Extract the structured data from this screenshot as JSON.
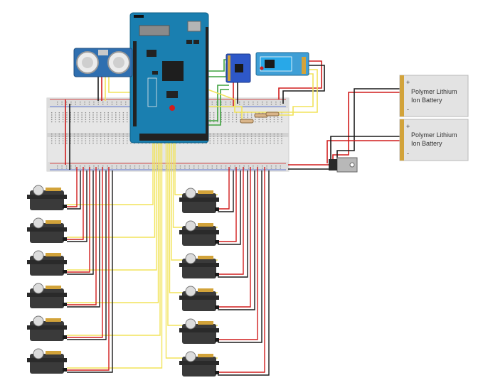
{
  "colors": {
    "signal": "#f2e35a",
    "power": "#d11d1d",
    "ground": "#1a1a1a",
    "arduino": "#1a7fb0",
    "breadboard": "#e6e6e6",
    "green_wire": "#3fa23f",
    "battery": "#e3e3e3",
    "battery_tab": "#d2a33a",
    "servo": "#3a3a3a"
  },
  "icons": {
    "arduino": "arduino-mega-board",
    "ultrasonic": "ultrasonic-sensor",
    "gyro": "mpu-module",
    "bluetooth": "bluetooth-module",
    "regulator": "voltage-regulator",
    "servo": "servo-motor"
  },
  "batteries": [
    {
      "line1": "Polymer Lithium",
      "line2": "Ion Battery",
      "plus": "+",
      "minus": "-"
    },
    {
      "line1": "Polymer Lithium",
      "line2": "Ion Battery",
      "plus": "+",
      "minus": "-"
    }
  ],
  "servo_count_left": 6,
  "servo_count_right": 6
}
